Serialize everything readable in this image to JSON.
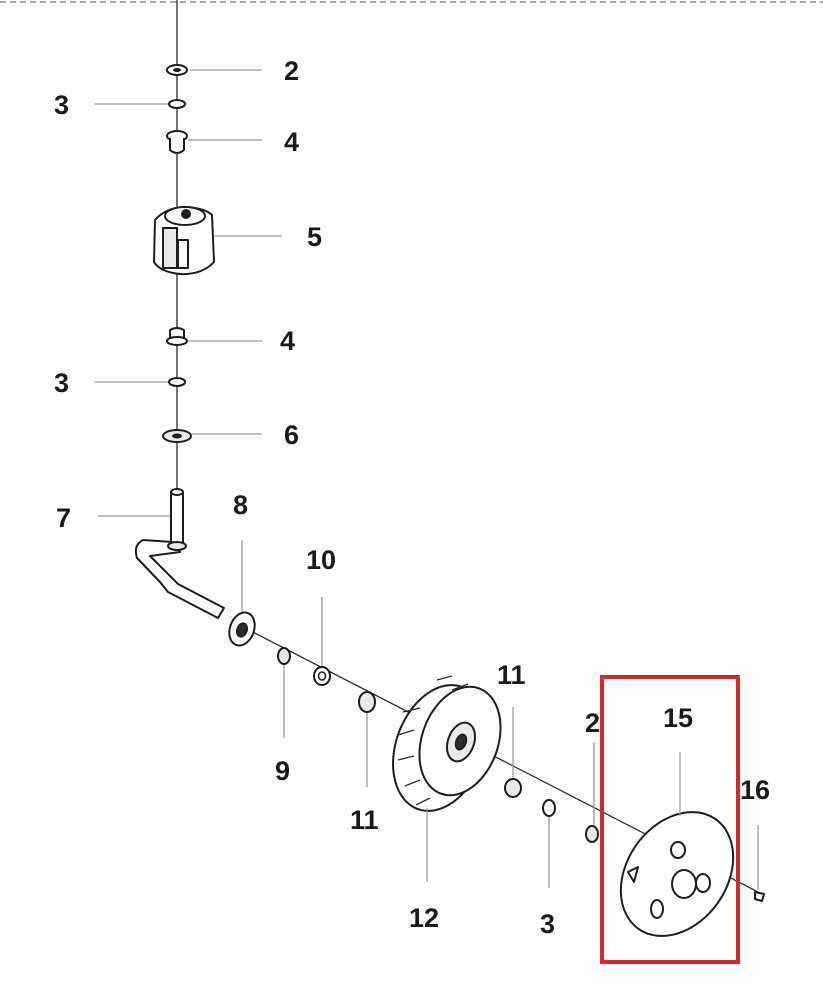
{
  "diagram": {
    "highlight_color": "#d9262b",
    "callouts": [
      {
        "id": "c2a",
        "text": "2"
      },
      {
        "id": "c3a",
        "text": "3"
      },
      {
        "id": "c4a",
        "text": "4"
      },
      {
        "id": "c5",
        "text": "5"
      },
      {
        "id": "c4b",
        "text": "4"
      },
      {
        "id": "c3b",
        "text": "3"
      },
      {
        "id": "c6",
        "text": "6"
      },
      {
        "id": "c7",
        "text": "7"
      },
      {
        "id": "c8",
        "text": "8"
      },
      {
        "id": "c10",
        "text": "10"
      },
      {
        "id": "c9",
        "text": "9"
      },
      {
        "id": "c11a",
        "text": "11"
      },
      {
        "id": "c11b",
        "text": "11"
      },
      {
        "id": "c12",
        "text": "12"
      },
      {
        "id": "c3c",
        "text": "3"
      },
      {
        "id": "c2b",
        "text": "2"
      },
      {
        "id": "c15",
        "text": "15"
      },
      {
        "id": "c16",
        "text": "16"
      }
    ]
  }
}
